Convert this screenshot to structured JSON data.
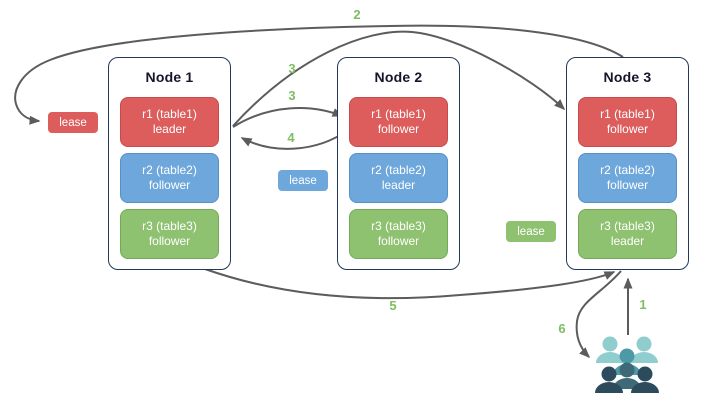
{
  "diagram": {
    "nodes": [
      {
        "title": "Node 1",
        "replicas": [
          {
            "name": "r1 (table1)",
            "role": "leader",
            "color": "red"
          },
          {
            "name": "r2 (table2)",
            "role": "follower",
            "color": "blue"
          },
          {
            "name": "r3 (table3)",
            "role": "follower",
            "color": "green"
          }
        ]
      },
      {
        "title": "Node 2",
        "replicas": [
          {
            "name": "r1 (table1)",
            "role": "follower",
            "color": "red"
          },
          {
            "name": "r2 (table2)",
            "role": "leader",
            "color": "blue"
          },
          {
            "name": "r3 (table3)",
            "role": "follower",
            "color": "green"
          }
        ]
      },
      {
        "title": "Node 3",
        "replicas": [
          {
            "name": "r1 (table1)",
            "role": "follower",
            "color": "red"
          },
          {
            "name": "r2 (table2)",
            "role": "follower",
            "color": "blue"
          },
          {
            "name": "r3 (table3)",
            "role": "leader",
            "color": "green"
          }
        ]
      }
    ],
    "leases": [
      {
        "label": "lease",
        "color": "red"
      },
      {
        "label": "lease",
        "color": "blue"
      },
      {
        "label": "lease",
        "color": "green"
      }
    ],
    "steps": {
      "s1": "1",
      "s2": "2",
      "s3a": "3",
      "s3b": "3",
      "s4": "4",
      "s5": "5",
      "s6": "6"
    },
    "users_icon": "group-of-users",
    "colors": {
      "red": {
        "fill": "#dd5c5c",
        "border": "#c84a4a"
      },
      "blue": {
        "fill": "#6ea7db",
        "border": "#5590c8"
      },
      "green": {
        "fill": "#8ec170",
        "border": "#74aa57"
      },
      "arrow": "#5c5c5c",
      "step_number": "#7fbd63",
      "node_border": "#23395b",
      "users": {
        "light": "#8fcdce",
        "medium": "#4d9aa6",
        "mid_dark": "#3e6a78",
        "dark": "#2c4b5c"
      }
    }
  }
}
